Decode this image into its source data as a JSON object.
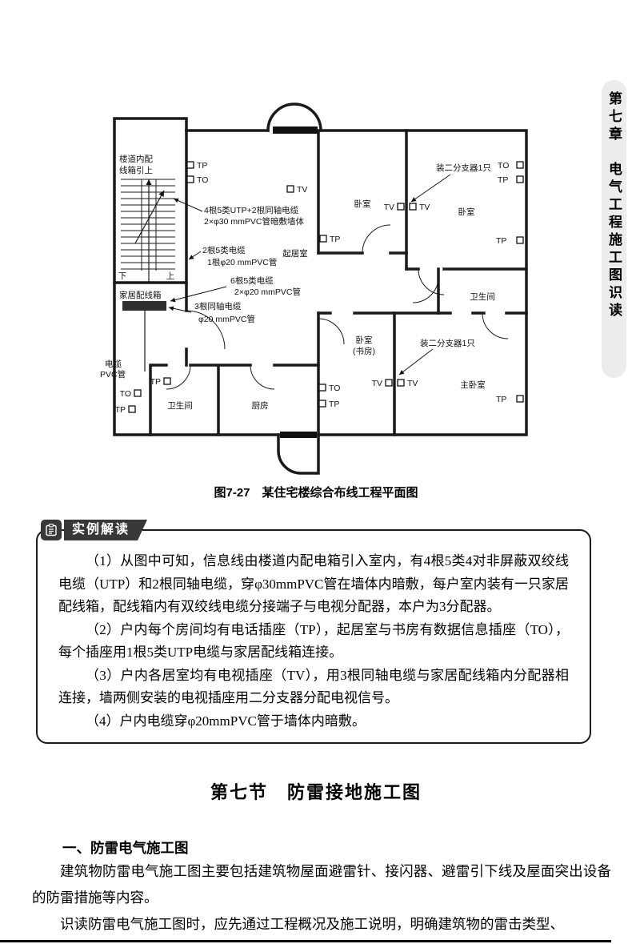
{
  "sidebar": {
    "line1": "第七章",
    "line2": "电气工程施工图识读"
  },
  "figure": {
    "caption": "图7-27　某住宅楼综合布线工程平面图",
    "labels": {
      "corridor_box_1": "楼道内配",
      "corridor_box_2": "线箱引上",
      "tp": "TP",
      "to": "TO",
      "tv": "TV",
      "cable1_1": "4根5类UTP+2根同轴电缆",
      "cable1_2": "2×φ30 mmPVC管暗敷墙体",
      "cable2_1": "2根5类电缆",
      "cable2_2": "1根φ20 mmPVC管",
      "cable3_1": "6根5类电缆",
      "cable3_2": "2×φ20 mmPVC管",
      "cable4_1": "3根同轴电缆",
      "cable4_2": "φ20 mmPVC管",
      "down": "下",
      "up": "上",
      "home_box": "家居配线箱",
      "pvc_1": "电缆",
      "pvc_2": "PVC管",
      "living_room": "起居室",
      "bedroom": "卧室",
      "study_1": "卧室",
      "study_2": "(书房)",
      "master_bedroom": "主卧室",
      "bathroom": "卫生间",
      "kitchen": "厨房",
      "splitter": "装二分支器1只"
    }
  },
  "example": {
    "title": "实例解读",
    "paragraphs": [
      "（1）从图中可知，信息线由楼道内配电箱引入室内，有4根5类4对非屏蔽双绞线电缆（UTP）和2根同轴电缆，穿φ30mmPVC管在墙体内暗敷，每户室内装有一只家居配线箱，配线箱内有双绞线电缆分接端子与电视分配器，本户为3分配器。",
      "（2）户内每个房间均有电话插座（TP），起居室与书房有数据信息插座（TO），每个插座用1根5类UTP电缆与家居配线箱连接。",
      "（3）户内各居室均有电视插座（TV），用3根同轴电缆与家居配线箱内分配器相连接，墙两侧安装的电视插座用二分支器分配电视信号。",
      "（4）户内电缆穿φ20mmPVC管于墙体内暗敷。"
    ]
  },
  "section": {
    "title": "第七节　防雷接地施工图",
    "subsection": "一、防雷电气施工图",
    "para1": "建筑物防雷电气施工图主要包括建筑物屋面避雷针、接闪器、避雷引下线及屋面突出设备的防雷措施等内容。",
    "para2": "识读防雷电气施工图时，应先通过工程概况及施工说明，明确建筑物的雷击类型、"
  }
}
